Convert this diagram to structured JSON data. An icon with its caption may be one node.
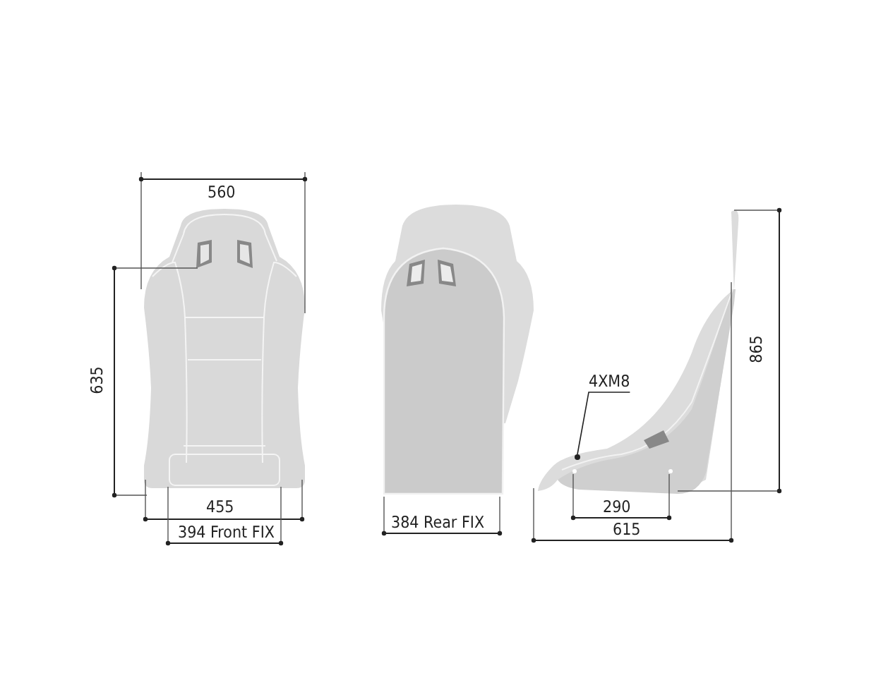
{
  "diagram": {
    "nodes": [
      {
        "text": [
          "4XM8"
        ]
      },
      {
        "text": [],
        "shape": "circle"
      }
    ],
    "edges": [
      {
        "from": 0,
        "to": 1,
        "arrow": "none"
      }
    ],
    "labels": [
      "560",
      "635",
      "455",
      "394 Front FIX",
      "384 Rear FIX",
      "865",
      "290",
      "615"
    ]
  }
}
